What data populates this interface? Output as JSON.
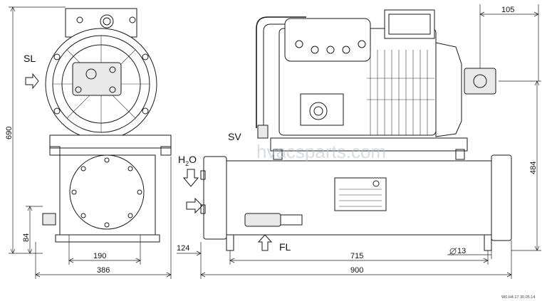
{
  "labels": {
    "sl": "SL",
    "sv": "SV",
    "h2o": "H",
    "h2o_sub": "2",
    "h2o_tail": "O",
    "fl": "FL"
  },
  "dimensions": {
    "d105": "105",
    "d690": "690",
    "d484": "484",
    "d84": "84",
    "d124": "124",
    "d190": "190",
    "d386": "386",
    "d715": "715",
    "d900": "900",
    "d13": "13"
  },
  "watermark": "hvacsparts.com",
  "drawing_code": "W0.H4.17 30.05.14"
}
